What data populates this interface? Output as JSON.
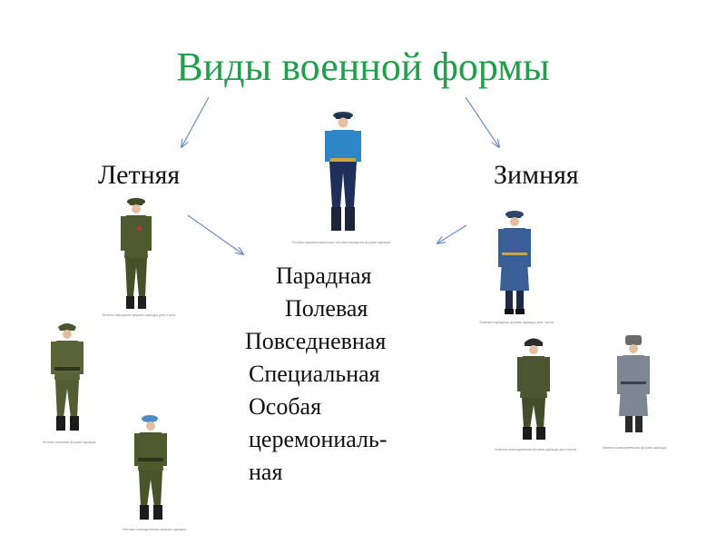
{
  "title": "Виды военной формы",
  "branches": {
    "summer": "Летняя",
    "winter": "Зимняя"
  },
  "types": [
    "Парадная",
    "Полевая",
    "Повседневная",
    "Специальная",
    "Особая",
    "церемониаль-",
    "ная"
  ],
  "colors": {
    "title": "#1fa04a",
    "arrow": "#6b8ec9",
    "olive": "#4e5a2e",
    "ceremonial_jacket": "#2e86c8",
    "ceremonial_trousers": "#1e2f5a",
    "winter_coat_blue": "#3a5f96",
    "winter_coat_grey": "#7d8794"
  },
  "figures": [
    {
      "id": "ceremonial",
      "uniform": "ceremonial-blue",
      "caption": "Особая церемониальная летняя парадная форма одежды"
    },
    {
      "id": "summer-parade",
      "uniform": "olive-parade",
      "caption": "Летняя парадная форма одежды для строя"
    },
    {
      "id": "summer-field",
      "uniform": "olive-field",
      "caption": "Летняя полевая форма одежды"
    },
    {
      "id": "summer-everyday",
      "uniform": "olive-beret",
      "caption": "Летняя повседневная форма одежды"
    },
    {
      "id": "winter-parade",
      "uniform": "blue-greatcoat",
      "caption": "Зимняя парадная форма одежды для строя"
    },
    {
      "id": "winter-everyday",
      "uniform": "olive-winter",
      "caption": "Зимняя повседневная форма одежды для строя"
    },
    {
      "id": "winter-greatcoat",
      "uniform": "grey-greatcoat",
      "caption": "Зимняя повседневная форма одежды"
    }
  ]
}
